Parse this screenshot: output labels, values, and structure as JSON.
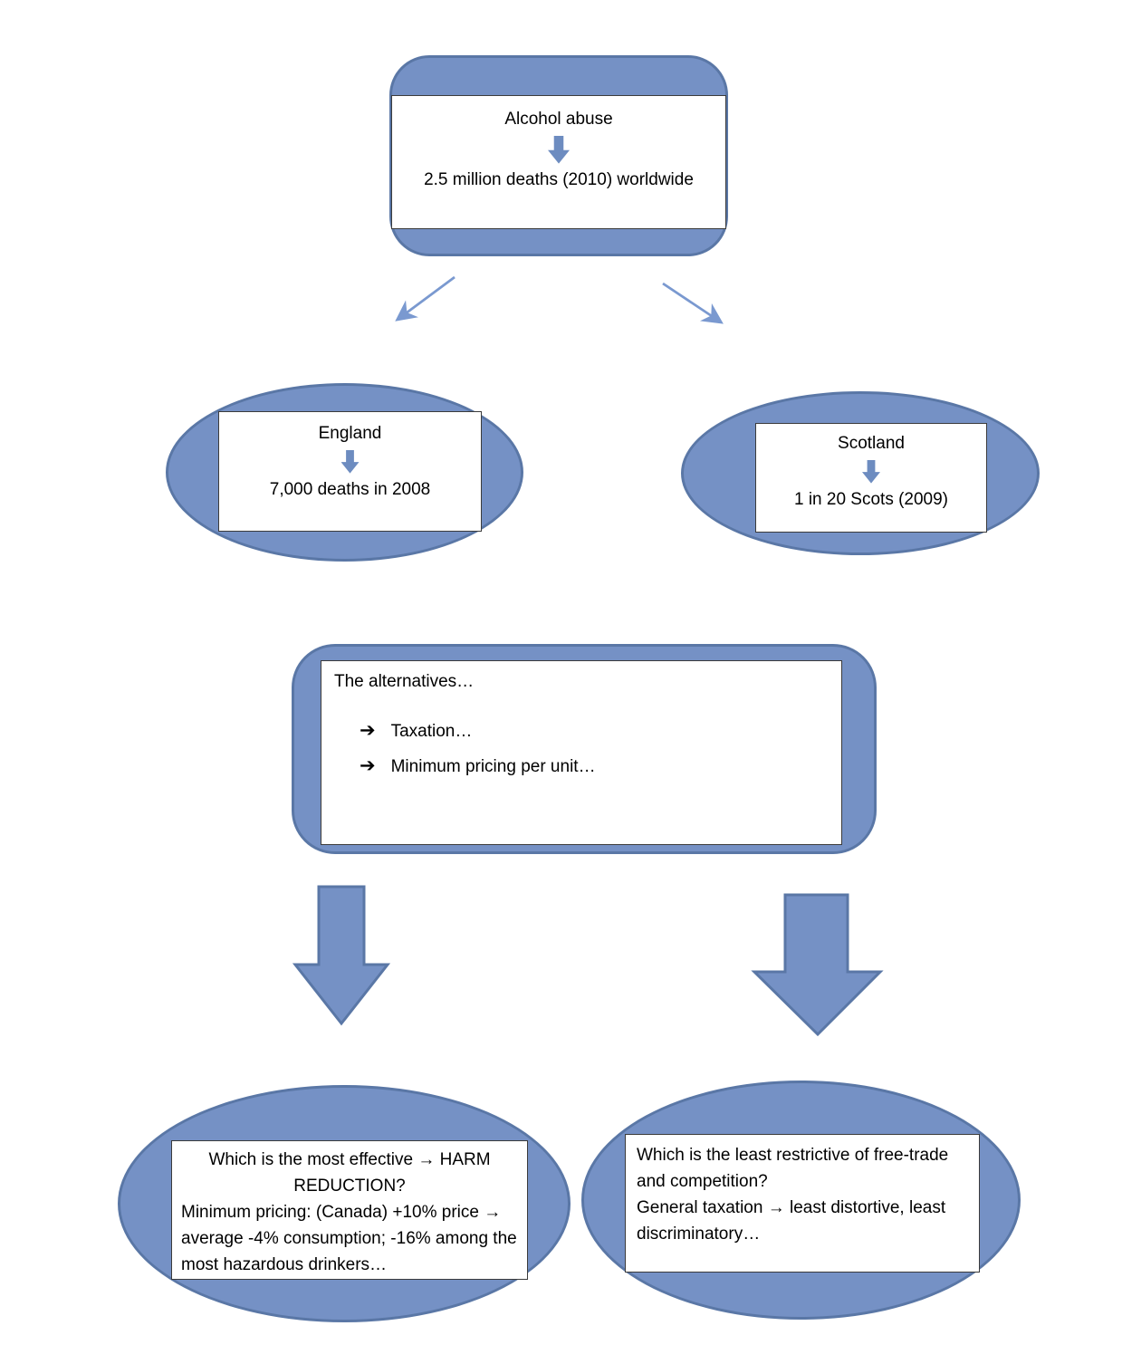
{
  "colors": {
    "shape_fill": "#7591c5",
    "shape_border": "#5a77a6",
    "icon_arrow": "#6d8cc0",
    "connector": "#7a99d0",
    "textbox_border": "#3b3b3b",
    "text": "#000000"
  },
  "root_node": {
    "title": "Alcohol abuse",
    "subtitle": "2.5 million deaths (2010) worldwide"
  },
  "england_node": {
    "title": "England",
    "subtitle": "7,000 deaths in 2008"
  },
  "scotland_node": {
    "title": "Scotland",
    "subtitle": "1 in 20 Scots (2009)"
  },
  "alternatives_node": {
    "title": "The alternatives…",
    "bullet_glyph": "➔",
    "items": [
      {
        "label": "Taxation…"
      },
      {
        "label": "Minimum pricing per unit…"
      }
    ]
  },
  "harm_reduction_node": {
    "question": "Which is the most effective → HARM REDUCTION?",
    "detail": "Minimum pricing: (Canada) +10% price → average -4% consumption; -16% among the most hazardous drinkers…"
  },
  "free_trade_node": {
    "question": "Which is the least restrictive of free-trade and competition?",
    "detail": "General taxation → least distortive, least discriminatory…"
  }
}
